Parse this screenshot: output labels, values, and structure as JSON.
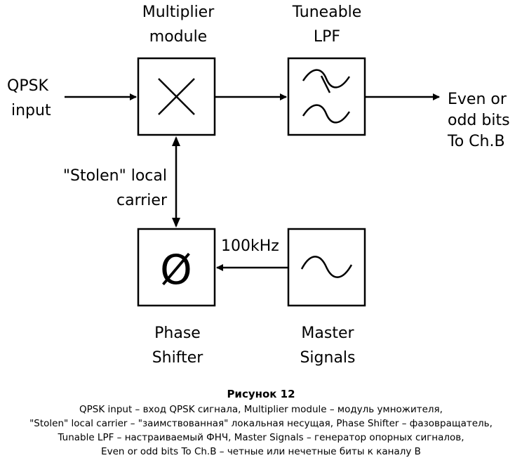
{
  "blocks": {
    "multiplier": {
      "label_line1": "Multiplier",
      "label_line2": "module"
    },
    "lpf": {
      "label_line1": "Tuneable",
      "label_line2": "LPF"
    },
    "phase_shifter": {
      "label_line1": "Phase",
      "label_line2": "Shifter",
      "symbol": "Ø"
    },
    "master_signals": {
      "label_line1": "Master",
      "label_line2": "Signals"
    }
  },
  "signals": {
    "input": {
      "line1": "QPSK",
      "line2": "input"
    },
    "output": {
      "line1": "Even or",
      "line2": "odd bits",
      "line3": "To Ch.B"
    },
    "carrier": {
      "line1": "\"Stolen\" local",
      "line2": "carrier"
    },
    "frequency": "100kHz"
  },
  "caption": {
    "title": "Рисунок 12",
    "lines": [
      "QPSK input – вход QPSK сигнала, Multiplier module – модуль умножителя,",
      "\"Stolen\" local carrier – \"заимствованная\" локальная несущая, Phase Shifter – фазовращатель,",
      "Tunable LPF – настраиваемый ФНЧ, Master Signals – генератор опорных сигналов,",
      "Even or odd bits To Ch.B – четные или нечетные биты к каналу B"
    ]
  }
}
